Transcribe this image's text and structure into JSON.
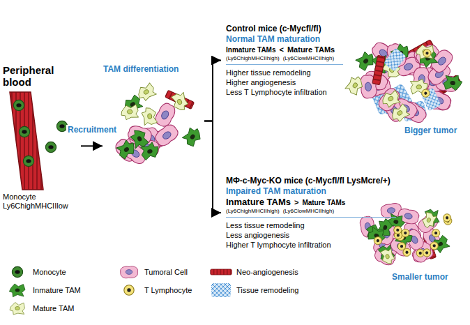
{
  "diagram": {
    "nodes": [
      {
        "text": [
          "Peripheral blood",
          "Monocyte Ly6ChighMHCIIlow"
        ]
      },
      {
        "text": [
          "TAM differentiation"
        ]
      },
      {
        "text": [
          "Control mice (c-Mycfl/fl)",
          "Normal TAM maturation",
          "Inmature TAMs",
          "<",
          "Mature TAMs",
          "(Ly6ChighMHCIIhigh)",
          "(Ly6ClowMHCIIhigh)",
          "Higher tissue remodeling",
          "Higher angiogenesis",
          "Less T Lymphocyte infiltration"
        ]
      },
      {
        "text": [
          "MΦ-c-Myc-KO mice (c-Mycfl/fl LysMcre/+)",
          "Impaired TAM maturation",
          "Inmature TAMs",
          ">",
          "Mature TAMs",
          "(Ly6ChighMHCIIhigh)",
          "(Ly6ClowMHCIIhigh)",
          "Less tissue remodeling",
          "Less angiogenesis",
          "Higher T lymphocyte infiltration"
        ]
      }
    ],
    "edges": [
      {
        "from": 0,
        "to": 1,
        "arrow": "to",
        "label": "Recruitment"
      },
      {
        "from": 1,
        "to": 2,
        "arrow": "to"
      },
      {
        "from": 1,
        "to": 3,
        "arrow": "to"
      }
    ],
    "labels": [
      "Bigger tumor",
      "Smaller tumor"
    ],
    "legend": [
      {
        "text": "Monocyte"
      },
      {
        "text": "Inmature TAM"
      },
      {
        "text": "Mature TAM"
      },
      {
        "text": "Tumoral Cell"
      },
      {
        "text": "Neo-angiogenesis"
      },
      {
        "text": "T Lymphocyte"
      },
      {
        "text": "Tissue remodeling"
      }
    ]
  }
}
